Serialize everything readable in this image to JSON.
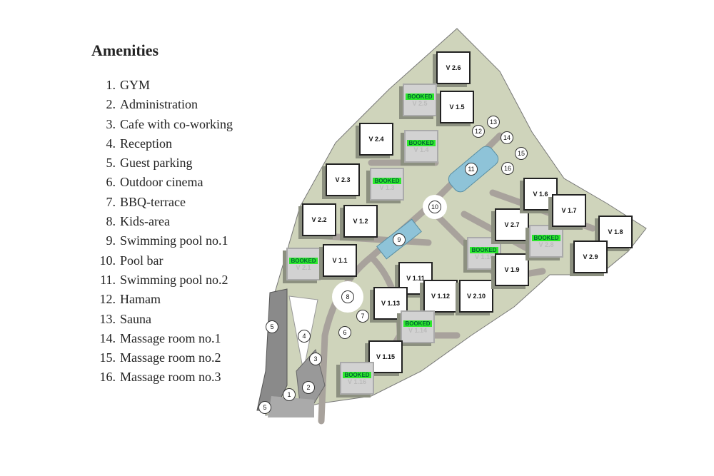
{
  "legend": {
    "title": "Amenities",
    "items": [
      {
        "num": "1.",
        "label": "GYM"
      },
      {
        "num": "2.",
        "label": "Administration"
      },
      {
        "num": "3.",
        "label": "Cafe with co-working"
      },
      {
        "num": "4.",
        "label": "Reception"
      },
      {
        "num": "5.",
        "label": "Guest parking"
      },
      {
        "num": "6.",
        "label": "Outdoor cinema"
      },
      {
        "num": "7.",
        "label": "BBQ-terrace"
      },
      {
        "num": "8.",
        "label": "Kids-area"
      },
      {
        "num": "9.",
        "label": "Swimming pool no.1"
      },
      {
        "num": "10.",
        "label": "Pool bar"
      },
      {
        "num": "11.",
        "label": "Swimming pool no.2"
      },
      {
        "num": "12.",
        "label": "Hamam"
      },
      {
        "num": "13.",
        "label": "Sauna"
      },
      {
        "num": "14.",
        "label": "Massage room no.1"
      },
      {
        "num": "15.",
        "label": "Massage room no.2"
      },
      {
        "num": "16.",
        "label": "Massage room no.3"
      }
    ]
  },
  "map": {
    "booked_label": "BOOKED",
    "colors": {
      "ground": "#cfd4bb",
      "path": "#a8a29c",
      "pool": "#8ec3d8",
      "booked": "#2ee82e",
      "building": "#8a8a8a"
    },
    "villas": [
      {
        "name": "V 2.6",
        "booked": false
      },
      {
        "name": "V 2.5",
        "booked": true
      },
      {
        "name": "V 1.5",
        "booked": false
      },
      {
        "name": "V 2.4",
        "booked": false
      },
      {
        "name": "V 1.4",
        "booked": true
      },
      {
        "name": "V 2.3",
        "booked": false
      },
      {
        "name": "V 1.3",
        "booked": true
      },
      {
        "name": "V 2.2",
        "booked": false
      },
      {
        "name": "V 1.2",
        "booked": false
      },
      {
        "name": "V 2.1",
        "booked": true
      },
      {
        "name": "V 1.1",
        "booked": false
      },
      {
        "name": "V 1.11",
        "booked": false
      },
      {
        "name": "V 1.12",
        "booked": false
      },
      {
        "name": "V 1.13",
        "booked": false
      },
      {
        "name": "V 1.14",
        "booked": true
      },
      {
        "name": "V 2.10",
        "booked": false
      },
      {
        "name": "V 1.15",
        "booked": false
      },
      {
        "name": "V 1.16",
        "booked": true
      },
      {
        "name": "V 1.10",
        "booked": true
      },
      {
        "name": "V 1.9",
        "booked": false
      },
      {
        "name": "V 2.7",
        "booked": false
      },
      {
        "name": "V 2.8",
        "booked": true
      },
      {
        "name": "V 1.6",
        "booked": false
      },
      {
        "name": "V 1.7",
        "booked": false
      },
      {
        "name": "V 1.8",
        "booked": false
      },
      {
        "name": "V 2.9",
        "booked": false
      }
    ],
    "markers": [
      "1",
      "2",
      "3",
      "4",
      "5",
      "5",
      "6",
      "7",
      "8",
      "9",
      "10",
      "11",
      "12",
      "13",
      "14",
      "15",
      "16"
    ]
  }
}
